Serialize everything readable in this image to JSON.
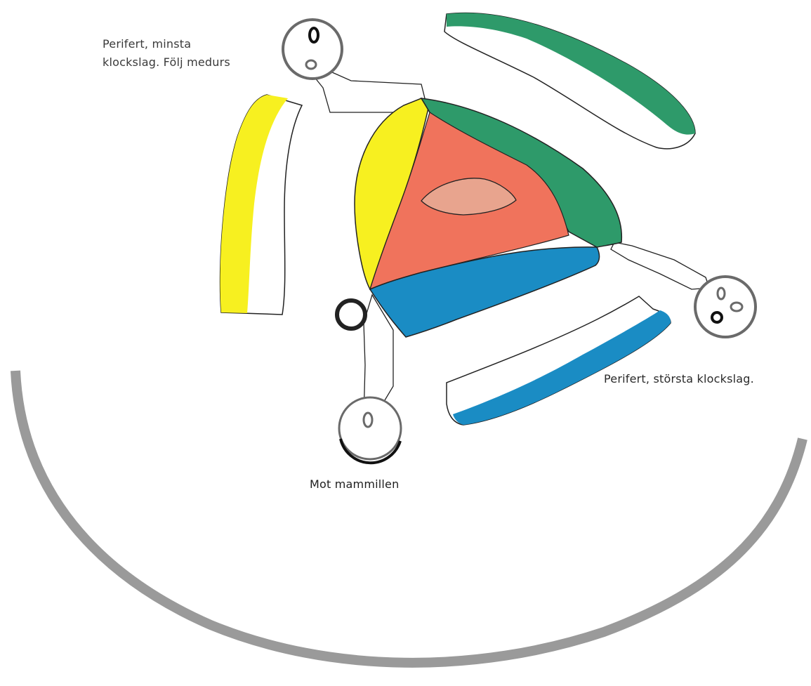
{
  "labels": {
    "top_left_line1": "Perifert, minsta",
    "top_left_line2": "klockslag. Följ medurs",
    "right": "Perifert, största klockslag.",
    "bottom": "Mot mammillen"
  },
  "colors": {
    "green": "#2e9a6a",
    "yellow": "#f7f020",
    "red": "#f0735c",
    "pink": "#e8a48e",
    "blue": "#1a8cc4",
    "gray_arc": "#9a9a9a",
    "outline": "#222222"
  }
}
